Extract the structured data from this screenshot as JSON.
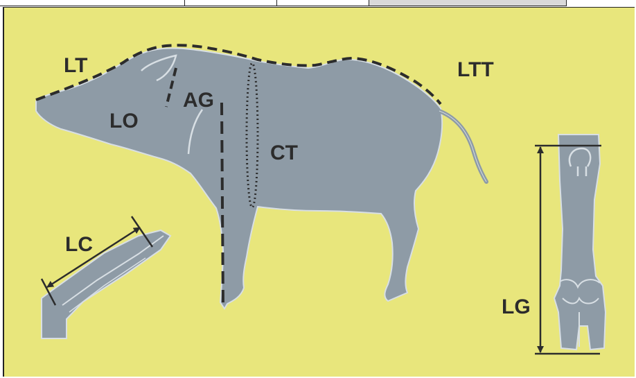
{
  "labels": {
    "lt": "LT",
    "ltt": "LTT",
    "lo": "LO",
    "ag": "AG",
    "ct": "CT",
    "lc": "LC",
    "lg": "LG"
  },
  "colors": {
    "background": "#e8e67c",
    "silhouette": "#8e9ba6",
    "outline_highlight": "#d8dfe4",
    "line": "#2c2c2c"
  },
  "icons": [
    "wild-boar-silhouette",
    "boar-ear-illustration",
    "boar-hind-leg-illustration"
  ]
}
